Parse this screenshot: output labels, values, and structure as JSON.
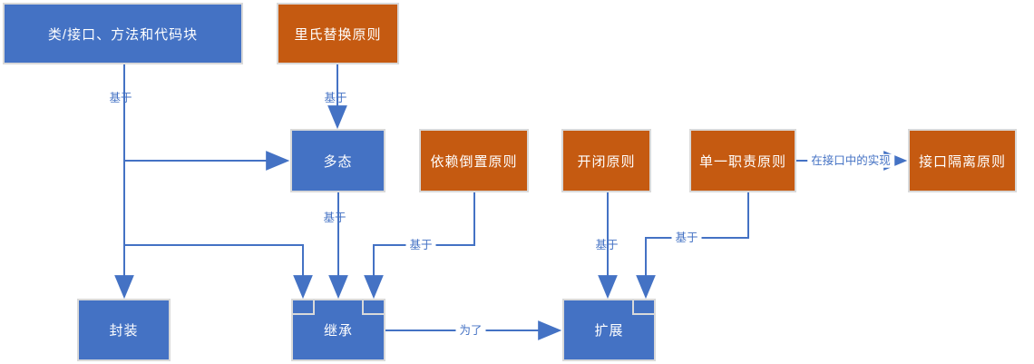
{
  "diagram": {
    "nodes": {
      "class_block": {
        "label": "类/接口、方法和代码块",
        "fill": "#4472C4"
      },
      "lsp": {
        "label": "里氏替换原则",
        "fill": "#C55A11"
      },
      "polymorphism": {
        "label": "多态",
        "fill": "#4472C4"
      },
      "dip": {
        "label": "依赖倒置原则",
        "fill": "#C55A11"
      },
      "ocp": {
        "label": "开闭原则",
        "fill": "#C55A11"
      },
      "srp": {
        "label": "单一职责原则",
        "fill": "#C55A11"
      },
      "isp": {
        "label": "接口隔离原则",
        "fill": "#C55A11"
      },
      "encapsulation": {
        "label": "封装",
        "fill": "#4472C4"
      },
      "inheritance": {
        "label": "继承",
        "fill": "#4472C4"
      },
      "extension": {
        "label": "扩展",
        "fill": "#4472C4"
      }
    },
    "edges": {
      "class_to_polymorphism": {
        "label": "基于"
      },
      "lsp_to_polymorphism": {
        "label": "基于"
      },
      "polymorphism_to_inheritance": {
        "label": "基于"
      },
      "dip_to_inheritance": {
        "label": "基于"
      },
      "ocp_to_extension": {
        "label": "基于"
      },
      "srp_to_extension": {
        "label": "基于"
      },
      "inheritance_to_extension": {
        "label": "为了"
      },
      "srp_to_isp": {
        "label": "在接口中的实现"
      }
    },
    "colors": {
      "node_blue": "#4472C4",
      "node_orange": "#C55A11",
      "node_border": "#D9D9D9",
      "edge": "#4472C4",
      "node_text": "#FFFFFF"
    }
  }
}
